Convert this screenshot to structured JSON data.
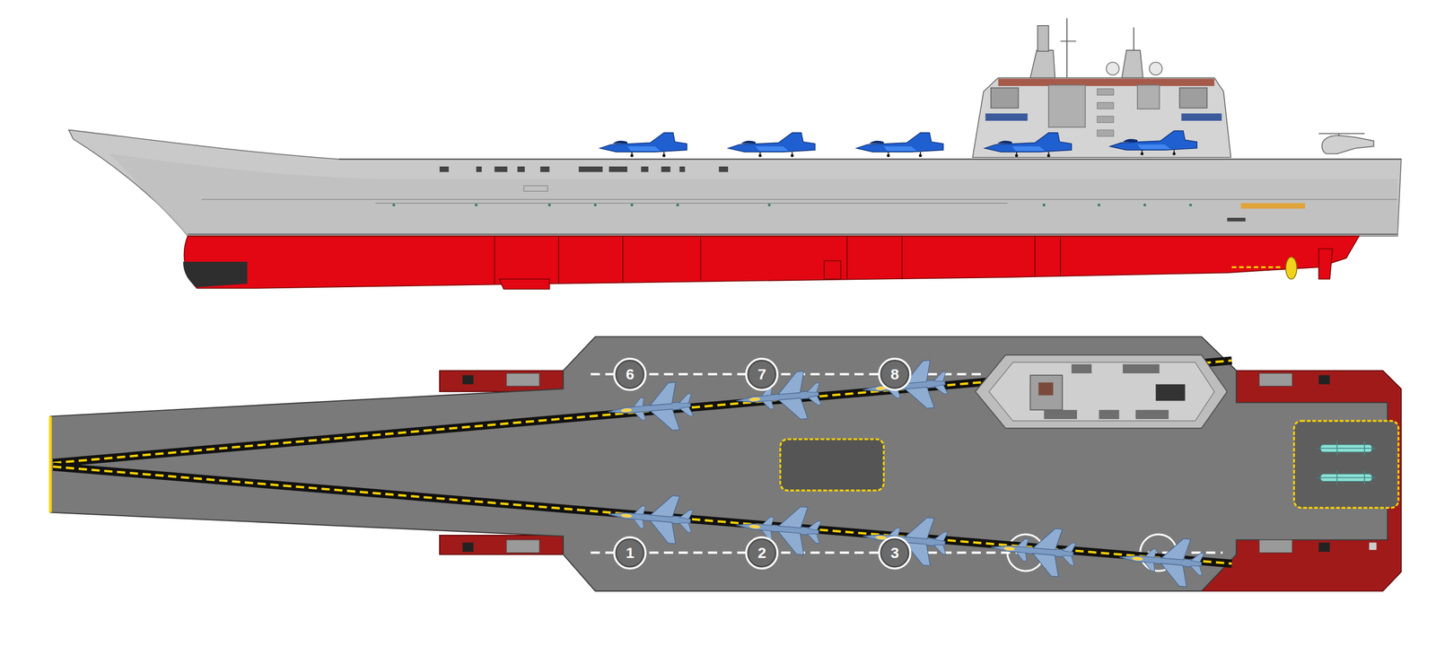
{
  "diagram": {
    "nodes": [
      {
        "text": [
          "6"
        ]
      },
      {
        "text": [
          "7"
        ]
      },
      {
        "text": [
          "8"
        ]
      },
      {
        "text": [
          "1"
        ]
      },
      {
        "text": [
          "2"
        ]
      },
      {
        "text": [
          "3"
        ]
      }
    ]
  }
}
